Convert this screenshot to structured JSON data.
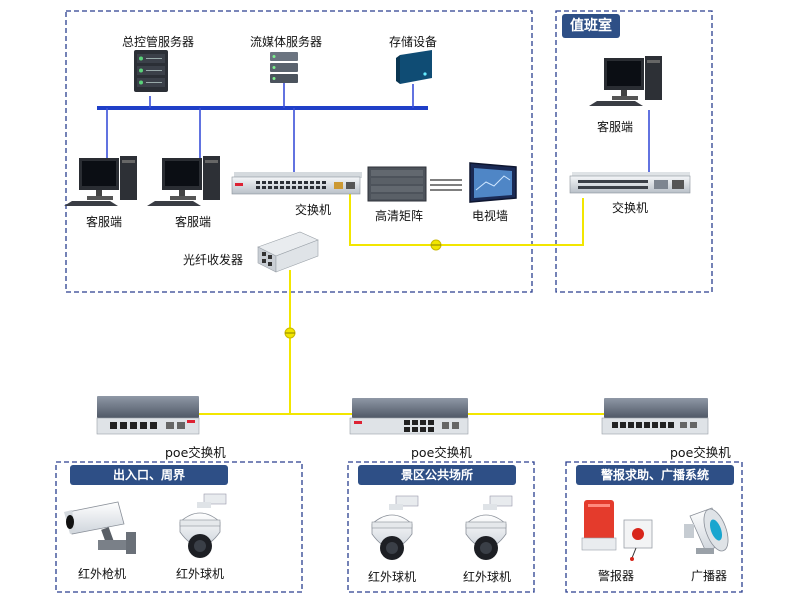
{
  "servers": {
    "control": "总控管服务器",
    "media": "流媒体服务器",
    "storage": "存储设备"
  },
  "clients": [
    "客服端",
    "客服端",
    "客服端"
  ],
  "center": {
    "switch": "交换机",
    "matrix": "高清矩阵",
    "video_wall": "电视墙",
    "fiber": "光纤收发器"
  },
  "duty_room": {
    "title": "值班室",
    "switch": "交换机"
  },
  "poe_switches": [
    "poe交换机",
    "poe交换机",
    "poe交换机"
  ],
  "zones": [
    {
      "title": "出入口、周界",
      "devices": [
        "红外枪机",
        "红外球机"
      ]
    },
    {
      "title": "景区公共场所",
      "devices": [
        "红外球机",
        "红外球机"
      ]
    },
    {
      "title": "警报求助、广播系统",
      "devices": [
        "警报器",
        "广播器"
      ]
    }
  ],
  "colors": {
    "bus": "#1f3fc8",
    "link": "#3a50d8",
    "fiber": "#f2e600",
    "border": "#2a3f8f",
    "header": "#2e4f86"
  }
}
